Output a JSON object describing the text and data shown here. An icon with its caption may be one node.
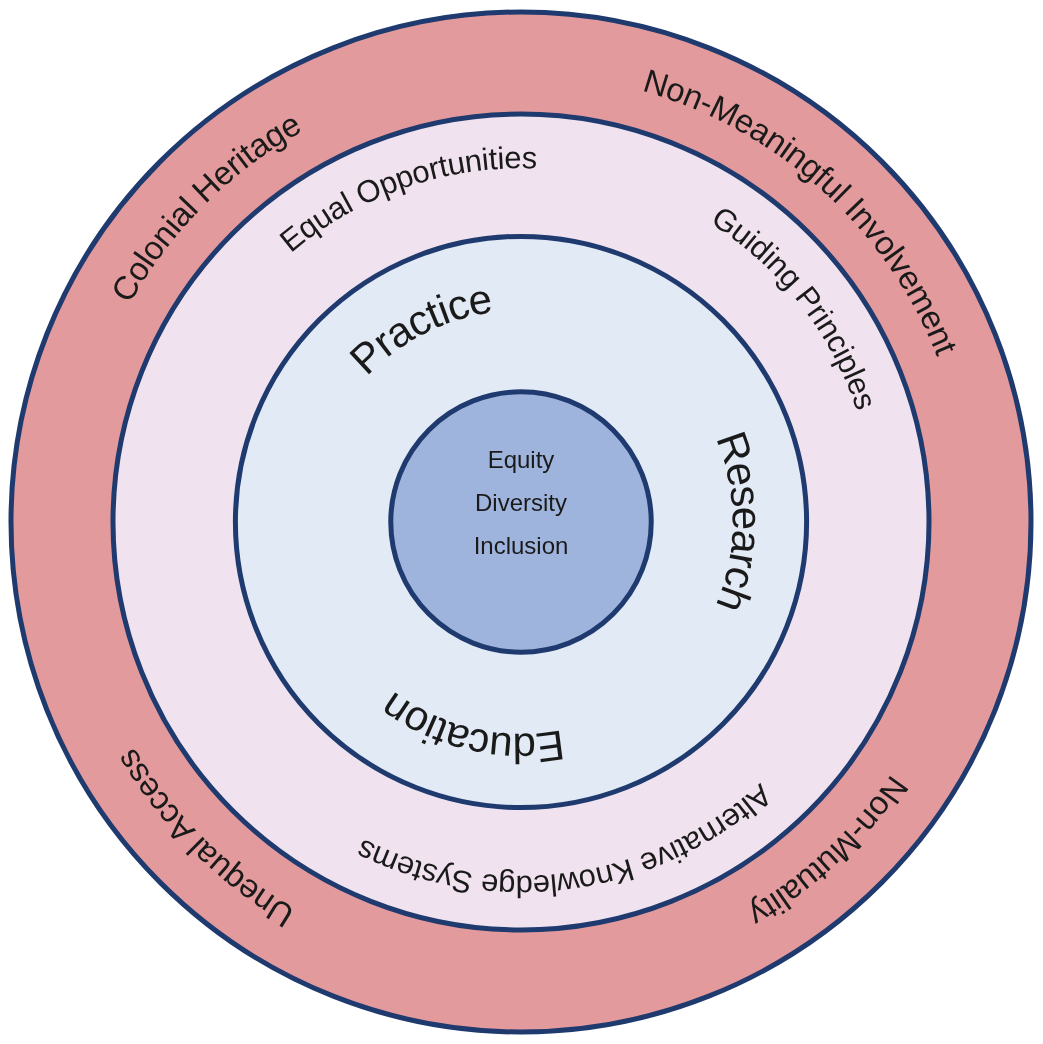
{
  "diagram": {
    "nodes": [
      {
        "text": [
          "Colonial Heritage",
          "Non-Meaningful Involvement",
          "Unequal Access",
          "Non-Mutuality"
        ]
      },
      {
        "text": [
          "Equal Opportunities",
          "Guiding Principles",
          "Alternative Knowledge Systems"
        ],
        "in": 0
      },
      {
        "text": [
          "Practice",
          "Research",
          "Education"
        ],
        "in": 1
      },
      {
        "text": [
          "Equity",
          "Diversity",
          "Inclusion"
        ],
        "in": 2
      }
    ]
  }
}
